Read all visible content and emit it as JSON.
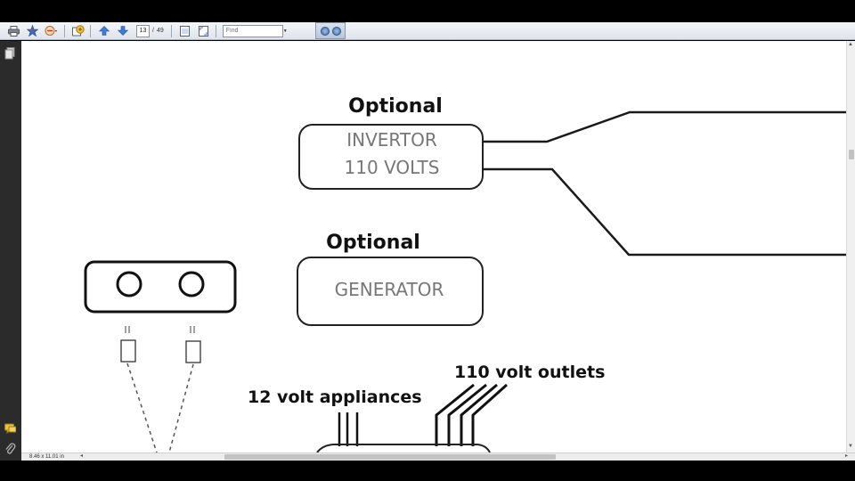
{
  "toolbar": {
    "icons": [
      "printer-icon",
      "star-icon",
      "annotate-icon",
      "snapshot-icon",
      "page-up-icon",
      "page-down-icon",
      "fit-page-icon",
      "full-screen-icon"
    ],
    "page_current": "13",
    "page_separator": "/",
    "page_total": "49",
    "find_placeholder": "Find"
  },
  "left_panel": {
    "icons": [
      "pages-icon",
      "comments-icon",
      "attachment-icon"
    ]
  },
  "document": {
    "labels": {
      "optional_1": "Optional",
      "invertor_line1": "INVERTOR",
      "invertor_line2": "110 VOLTS",
      "optional_2": "Optional",
      "generator": "GENERATOR",
      "volt12": "12 volt appliances",
      "volt110": "110 volt outlets"
    }
  },
  "statusbar": {
    "page_size": "8.46 x 11.01 in"
  },
  "colors": {
    "toolbar_bg": "#e4e9ef",
    "panel_bg": "#2b2b2b",
    "page_bg": "#ffffff",
    "line": "#1a1a1a"
  }
}
